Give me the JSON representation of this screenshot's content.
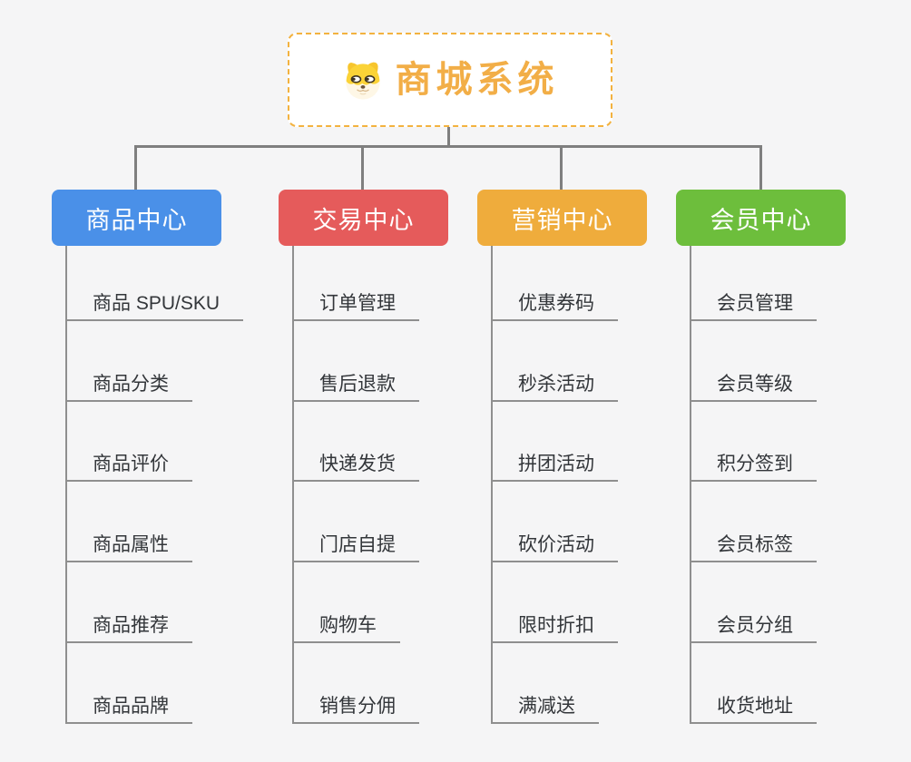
{
  "canvas": {
    "background": "#f5f5f6"
  },
  "root": {
    "title": "商城系统",
    "icon": "doge-icon",
    "title_color": "#f2ae47",
    "border_color": "#f3b23f"
  },
  "connectors": {
    "top_line_color": "#7f7f7f",
    "child_line_color": "#8f8f8f"
  },
  "child_text_color": "#33363a",
  "branches": [
    {
      "label": "商品中心",
      "color": "#4a90e8",
      "children": [
        "商品 SPU/SKU",
        "商品分类",
        "商品评价",
        "商品属性",
        "商品推荐",
        "商品品牌"
      ]
    },
    {
      "label": "交易中心",
      "color": "#e55b5b",
      "children": [
        "订单管理",
        "售后退款",
        "快递发货",
        "门店自提",
        "购物车",
        "销售分佣"
      ]
    },
    {
      "label": "营销中心",
      "color": "#efac3c",
      "children": [
        "优惠券码",
        "秒杀活动",
        "拼团活动",
        "砍价活动",
        "限时折扣",
        "满减送"
      ]
    },
    {
      "label": "会员中心",
      "color": "#6dbe3c",
      "children": [
        "会员管理",
        "会员等级",
        "积分签到",
        "会员标签",
        "会员分组",
        "收货地址"
      ]
    }
  ]
}
